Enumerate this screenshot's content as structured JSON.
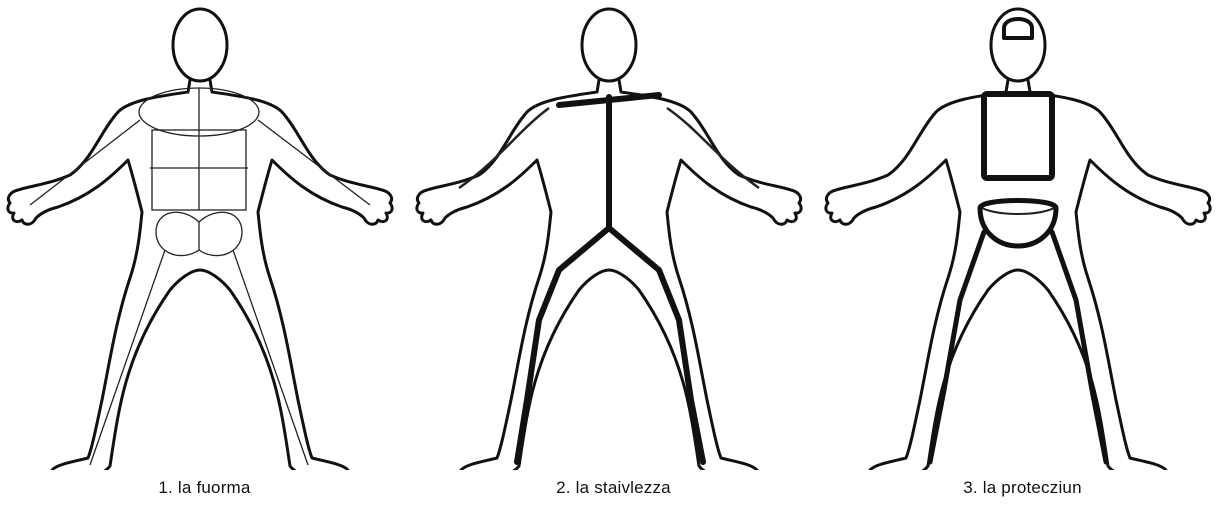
{
  "figures": [
    {
      "caption": "1. la fuorma"
    },
    {
      "caption": "2. la staivlezza"
    },
    {
      "caption": "3. la protecziun"
    }
  ]
}
